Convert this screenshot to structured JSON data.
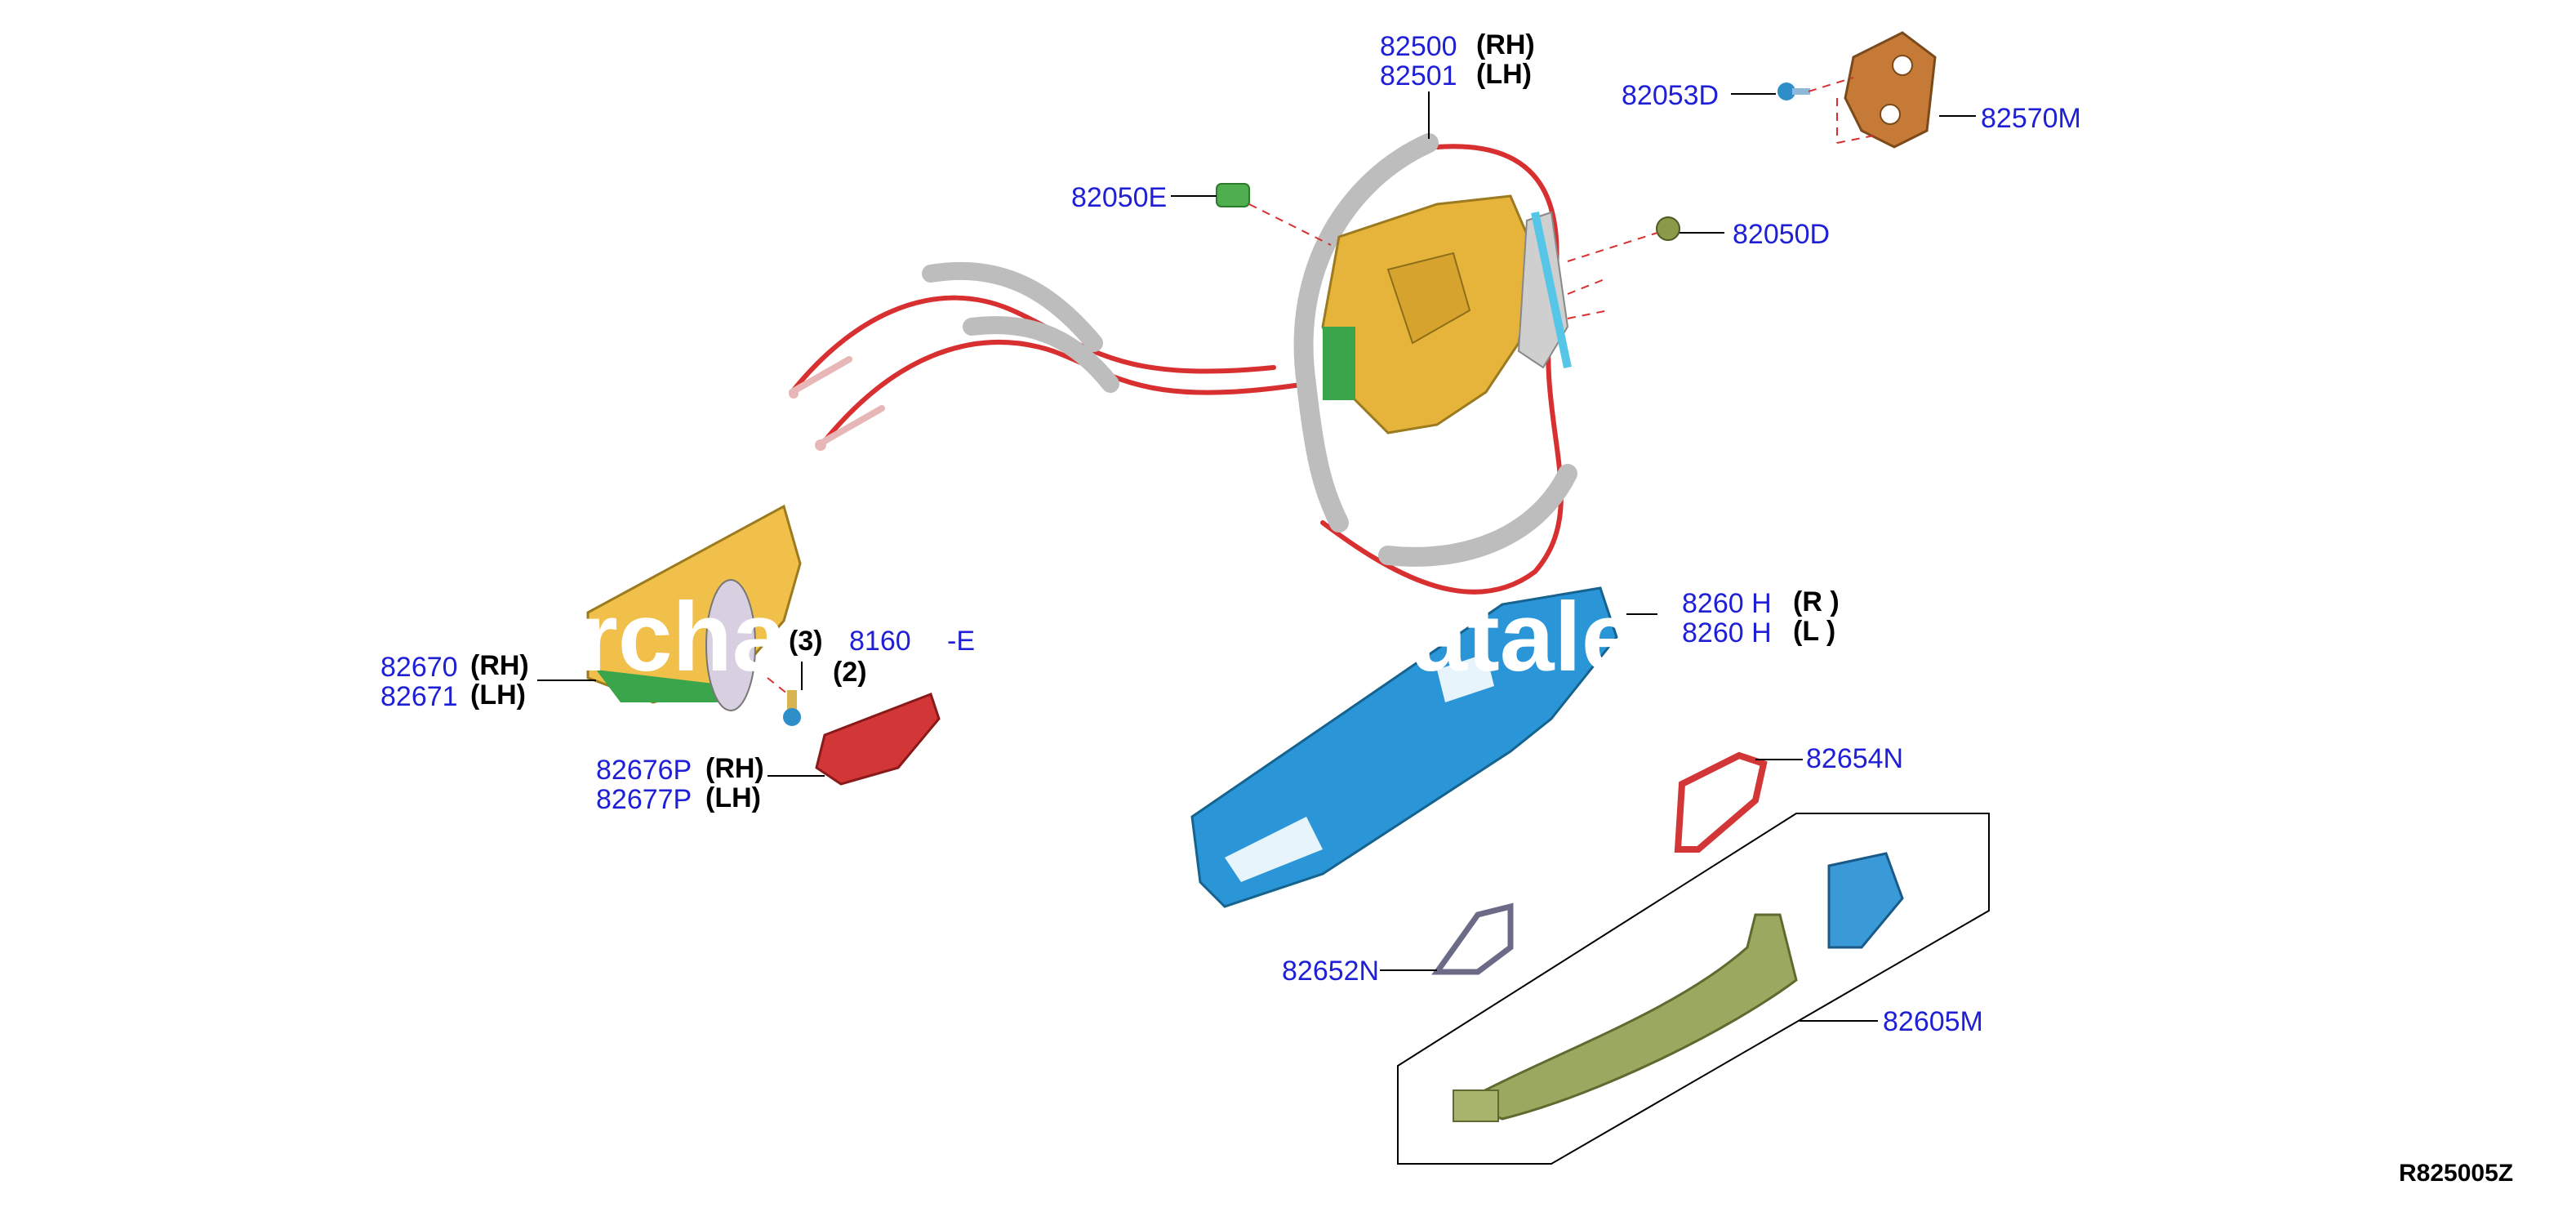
{
  "diagram_code": "R825005Z",
  "watermark": {
    "left": "rcha",
    "right": "atale"
  },
  "labels": {
    "p82500": "82500",
    "p82500_side": "(RH)",
    "p82501": "82501",
    "p82501_side": "(LH)",
    "p82053D": "82053D",
    "p82570M": "82570M",
    "p82050E": "82050E",
    "p82050D": "82050D",
    "p82670": "82670",
    "p82670_side": "(RH)",
    "p82671": "82671",
    "p82671_side": "(LH)",
    "p8160": "8160",
    "p8160_suffix": "-E",
    "p8160_qty_a": "(3)",
    "p8160_qty_b": "(2)",
    "p82676P": "82676P",
    "p82676P_side": "(RH)",
    "p82677P": "82677P",
    "p82677P_side": "(LH)",
    "p82600": "8260 H",
    "p82600_side": "(R )",
    "p82601": "8260 H",
    "p82601_side": "(L )",
    "p82654N": "82654N",
    "p82652N": "82652N",
    "p82605M": "82605M"
  },
  "colors": {
    "part_number": "#1f1fd6",
    "lock_actuator": "#e6b43a",
    "handle_bracket": "#2a96d8",
    "handle": "#9aa860",
    "cable": "#d83030",
    "cable_sleeve": "#bdbdbd",
    "striker": "#c57a38",
    "escutcheon": "#d23636",
    "inner_handle_bracket": "#f0c04a"
  }
}
